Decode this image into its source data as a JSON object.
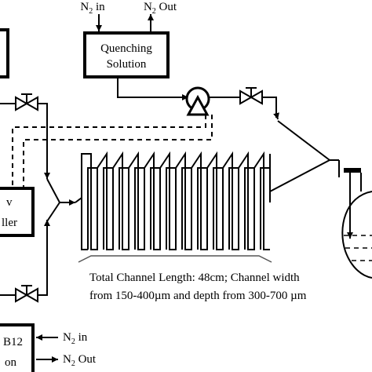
{
  "quench": {
    "n2_in_label": "N",
    "n2_in_sub": "2",
    "n2_in_suffix": " in",
    "n2_out_label": "N",
    "n2_out_sub": "2",
    "n2_out_suffix": " Out",
    "line1": "Quenching",
    "line2": "Solution"
  },
  "controller": {
    "line1": "v",
    "line2": "ller"
  },
  "b12_box": {
    "line1": "B12",
    "line2": "on",
    "n2_in_label": "N",
    "n2_in_sub": "2",
    "n2_in_suffix": " in",
    "n2_out_label": "N",
    "n2_out_sub": "2",
    "n2_out_suffix": " Out"
  },
  "channel_note": {
    "line1": "Total Channel Length: 48cm; Channel width",
    "line2": "from 150-400µm and depth from 300-700 µm"
  }
}
